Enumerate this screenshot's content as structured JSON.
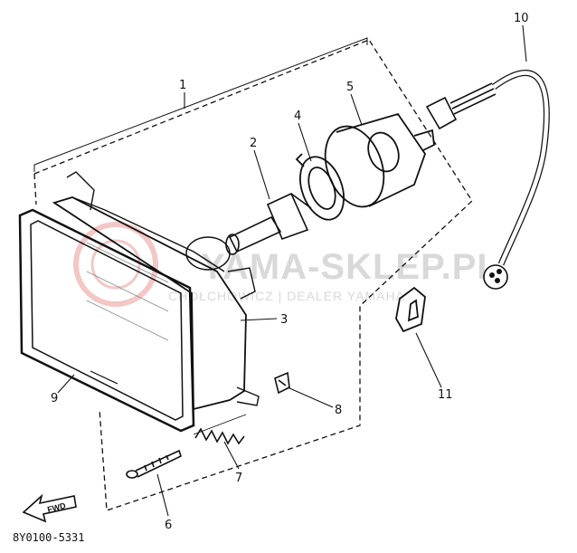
{
  "diagram_code": "8Y0100-5331",
  "fwd_label": "FWD",
  "watermark": {
    "main": "YAMA-SKLEP.PL",
    "sub": "CHOŁCHOWICZ | DEALER YAMAHA"
  },
  "callouts": [
    "1",
    "2",
    "3",
    "4",
    "5",
    "6",
    "7",
    "8",
    "9",
    "10",
    "11"
  ],
  "parts": [
    {
      "ref": "1",
      "name": "headlight-assembly-icon"
    },
    {
      "ref": "2",
      "name": "bulb-icon"
    },
    {
      "ref": "3",
      "name": "headlight-unit-icon"
    },
    {
      "ref": "4",
      "name": "bulb-socket-ring-icon"
    },
    {
      "ref": "5",
      "name": "socket-cover-icon"
    },
    {
      "ref": "6",
      "name": "screw-icon"
    },
    {
      "ref": "7",
      "name": "spring-icon"
    },
    {
      "ref": "8",
      "name": "nut-icon"
    },
    {
      "ref": "9",
      "name": "lens-rim-icon"
    },
    {
      "ref": "10",
      "name": "wire-harness-icon"
    },
    {
      "ref": "11",
      "name": "clamp-icon"
    }
  ]
}
